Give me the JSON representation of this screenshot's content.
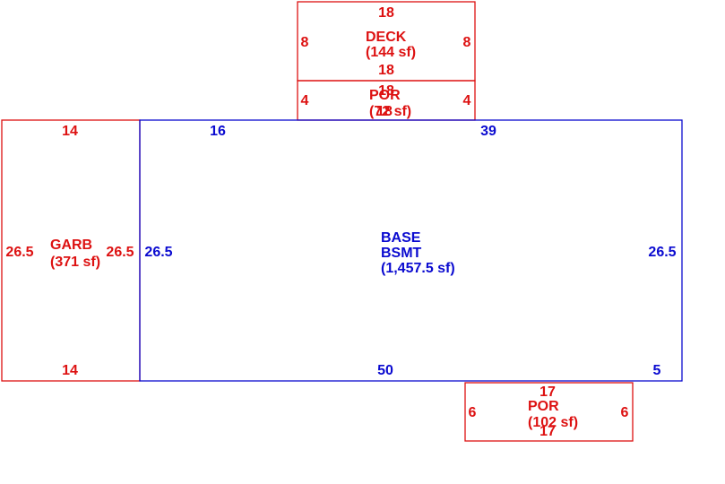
{
  "colors": {
    "red": "#dd1111",
    "blue": "#0a0ad0",
    "background": "#ffffff"
  },
  "deck": {
    "name": "DECK",
    "area": "(144 sf)",
    "top": "18",
    "bottom": "18",
    "left": "8",
    "right": "8"
  },
  "por_top": {
    "name": "POR",
    "area": "(72 sf)",
    "top": "18",
    "bottom": "18",
    "left": "4",
    "right": "4"
  },
  "garb": {
    "name": "GARB",
    "area": "(371 sf)",
    "top": "14",
    "bottom": "14",
    "left": "26.5",
    "right": "26.5"
  },
  "base": {
    "name": "BASE",
    "name2": "BSMT",
    "area": "(1,457.5 sf)",
    "top_left": "16",
    "top_right": "39",
    "left": "26.5",
    "right": "26.5",
    "bottom": "50",
    "bottom_right": "5"
  },
  "por_bottom": {
    "name": "POR",
    "area": "(102 sf)",
    "top": "17",
    "bottom": "17",
    "left": "6",
    "right": "6"
  }
}
